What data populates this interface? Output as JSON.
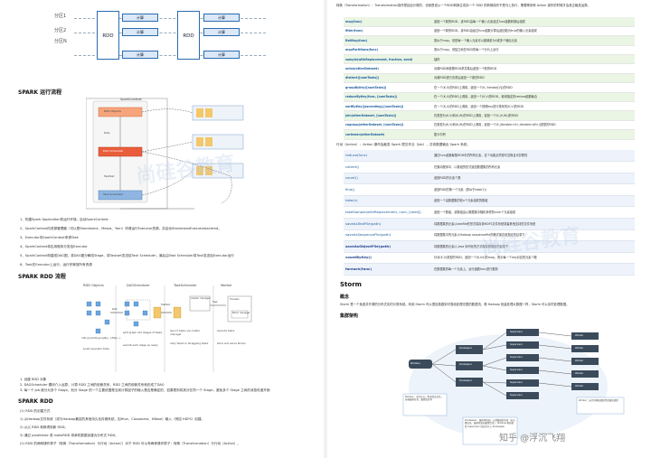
{
  "left": {
    "partitions": [
      "分区1",
      "分区2",
      "分区N"
    ],
    "calc_label": "计算",
    "rdd_label": "RDD",
    "section1_title": "SPARK 运行流程",
    "context_title": "SparkContext",
    "context_nodes": [
      "RDD Objects",
      "DAG",
      "DAG Scheduler",
      "TaskSet",
      "Task Scheduler"
    ],
    "steps1": [
      "1、构建Spark Application的运行环境，启动SparkContext",
      "2、SparkContext向资源管理器（可以是Standalone、Mesos、Yarn）申请运行Executor资源，并启动StandaloneExecutorbackend。",
      "3、Executor向SparkContext申请Task",
      "4、SparkContext将应用程序分发给Executor",
      "5、SparkContext构建成DAG图，将DAG图分解成Stage、将Taskset发送给Task Scheduler，最后由Task Scheduler将Task发送给Executor运行",
      "6、Task在Executor上运行，运行完释放所有资源"
    ],
    "section2_title": "SPARK RDD 流程",
    "rdd_flow_headers": [
      "RDD Objects",
      "DAGScheduler",
      "TaskScheduler",
      "Worker"
    ],
    "rdd_flow_notes": [
      "build operator DAG",
      "split graph into stages of tasks",
      "submit each stage as ready",
      "launch tasks via cluster manager",
      "retry failed or straggling tasks",
      "execute tasks",
      "store and serve blocks"
    ],
    "rdd_flow_boxes": [
      "Cluster manager",
      "Threads",
      "Block manager"
    ],
    "rdd_flow_arrow_labels": [
      "DAG",
      "TaskSet",
      "Task"
    ],
    "rdd_code": "rdd1.join(rdd2).groupBy(...).filter(...)",
    "steps2": [
      "1. 创建 RDD 对象",
      "2. DAGScheduler 模块介入运算，计算 RDD 之间的依赖关系，RDD 之间的依赖关系就形成了DAG",
      "3. 每一个 Job 被分为多个 Stage。划分 Stage 的一个主要依据是当前计算因子的输入是否是确定的，如果是则将其分在同一个 Stage，避免多个 Stage 之间的消息传递开销"
    ],
    "section3_title": "SPARK RDD",
    "rdd_points": [
      "(1) RDD 的创建方式",
      "1) 从Hadoop文件系统（或与Hadoop兼容的其他持久化存储系统，如Hive、Cassandra、HBase）输入（例如 HDFS）创建。",
      "2) 从父 RDD 转换得到新 RDD。",
      "3) 通过 parallelize 或 makeRDD 将单机数据创建为分布式 RDD。",
      "(2) RDD 的两种操作算子（转换（Transformation）与行动（Action））对于 RDD 可以有两种操作算子：转换（Transformation）与行动（Action）。"
    ],
    "watermark": "尚硅谷教育"
  },
  "right": {
    "intro": "转换（Transformation）：Transformation操作是延迟计算的，也就是说从一个RDD转换生成另一个 RDD 的转换操作不是马上执行，需要等到有 Action 操作的时候才会真正触发运算。",
    "transform_table": [
      [
        "map(func)",
        "返回一个新的RDD，该RDD由每一个输入元素经过func函数转换后组成"
      ],
      [
        "filter(func)",
        "返回一个新的RDD，该RDD由经过func函数计算后返回值为true的输入元素组成"
      ],
      [
        "flatMap(func)",
        "类似于map，但是每一个输入元素可以被映射为0或多个输出元素"
      ],
      [
        "mapPartitions(func)",
        "类似于map，但独立地在RDD的每一个分片上运行"
      ],
      [
        "sample(withReplacement, fraction, seed)",
        "抽样"
      ],
      [
        "union(otherDataset)",
        "对源RDD和参数RDD求并集后返回一个新的RDD"
      ],
      [
        "distinct([numTasks])",
        "对源RDD进行去重后返回一个新的RDD"
      ],
      [
        "groupByKey([numTasks])",
        "在一个(K,V)的RDD上调用，返回一个(K, Iterator[V])的RDD"
      ],
      [
        "reduceByKey(func, [numTasks])",
        "在一个(K,V)的RDD上调用，返回一个(K,V)的RDD，使用指定的reduce函数聚合"
      ],
      [
        "sortByKey([ascending],[numTasks])",
        "在一个(K,V)的RDD上调用，返回一个按照key进行排序的(K,V)的RDD"
      ],
      [
        "join(otherDataset, [numTasks])",
        "在类型为(K,V)和(K,W)的RDD上调用，返回一个(K,(V,W))的RDD"
      ],
      [
        "cogroup(otherDataset, [numTasks])",
        "在类型为(K,V)和(K,W)的RDD上调用，返回一个(K,(Iterable<V>,Iterable<W>))类型的RDD"
      ],
      [
        "cartesian(otherDataset)",
        "笛卡尔积"
      ]
    ],
    "action_intro": "行动（Action）：Action 操作会触发 Spark 提交作业（Job），并将数据输出 Spark 系统。",
    "action_table": [
      [
        "reduce(func)",
        "通过func函数聚集RDD中的所有元素，这个功能必须是可交换且可并联的"
      ],
      [
        "collect()",
        "在驱动程序中，以数组的形式返回数据集的所有元素"
      ],
      [
        "count()",
        "返回RDD的元素个数"
      ],
      [
        "first()",
        "返回RDD的第一个元素（类似于take(1)）"
      ],
      [
        "take(n)",
        "返回一个由数据集的前n个元素组成的数组"
      ],
      [
        "takeSample(withReplacement, num, [seed])",
        "返回一个数组，该数组由从数据集中随机采样的num个元素组成"
      ],
      [
        "saveAsTextFile(path)",
        "将数据集的元素以textfile的形式保存到HDFS文件系统或者其他支持的文件系统"
      ],
      [
        "saveAsSequenceFile(path)",
        "将数据集中的元素以Hadoop sequencefile的格式保存到指定的目录下"
      ],
      [
        "saveAsObjectFile(path)",
        "将数据集的元素以 Java 序列化的方式保存到指定的目录下"
      ],
      [
        "countByKey()",
        "针对(K,V)类型的RDD，返回一个(K,Int)的map，表示每一个key对应的元素个数"
      ],
      [
        "foreach(func)",
        "在数据集的每一个元素上，运行函数func进行更新"
      ]
    ],
    "storm_title": "Storm",
    "storm_concept": "概念",
    "storm_desc": "Storm 是一个免费并开源的分布式实时计算系统。利用 Storm 可以很容易做到可靠地处理无限的数据流，像 Hadoop 批量处理大数据一样，Storm 可以实时处理数据。",
    "storm_cluster": "集群架构",
    "storm_nodes": [
      "Nimbus",
      "Zookeeper",
      "Supervisor",
      "Worker"
    ],
    "storm_notes": [
      "Nimbus：主控节点，用于提交任务，分配集群任务，集群监控等",
      "Zookeeper：集群中协调，公共数据的存放（如心跳信息、集群状态和配置信息），Nimbus 将分配给 Supervisor 的任务写入 Zookeeper",
      "Worker：运行具体处理组件逻辑的进程"
    ],
    "zhihu_mark": "知乎 @浮沉飞翔",
    "watermark": "尚硅谷教育"
  },
  "colors": {
    "accent_blue": "#2a6cb0",
    "table_green": "#3f8f2f",
    "table_blue": "#5a7fc0"
  }
}
